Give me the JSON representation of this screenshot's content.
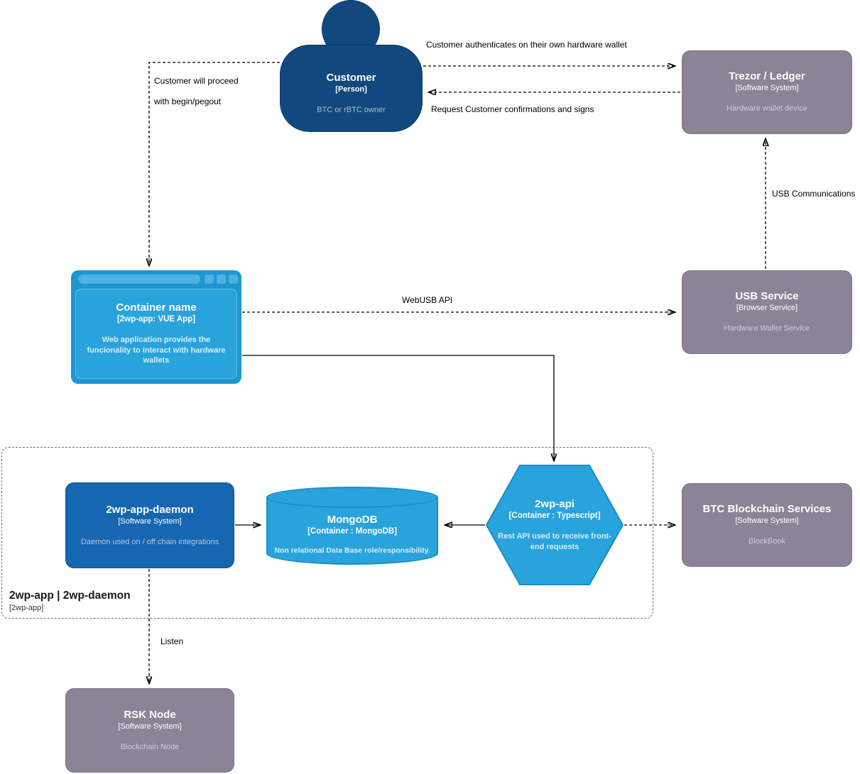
{
  "diagram": {
    "nodes": {
      "customer": {
        "title": "Customer",
        "subtitle": "[Person]",
        "description": "BTC or rBTC owner"
      },
      "trezor": {
        "title": "Trezor / Ledger",
        "subtitle": "[Software System]",
        "description": "Hardware wallet device"
      },
      "container": {
        "title": "Container name",
        "subtitle": "[2wp-app: VUE App]",
        "description": "Web application provides the funcionality to interact with hardware wallets"
      },
      "usb_service": {
        "title": "USB Service",
        "subtitle": "[Browser Service]",
        "description": "Hardware Wallet Service"
      },
      "daemon": {
        "title": "2wp-app-daemon",
        "subtitle": "[Software System]",
        "description": "Daemon used on / off chain integrations"
      },
      "mongodb": {
        "title": "MongoDB",
        "subtitle": "[Container : MongoDB]",
        "description": "Non relational Data Base role/responsibility."
      },
      "api": {
        "title": "2wp-api",
        "subtitle": "[Container : Typescript]",
        "description": "Rest API used to receive front-end requests"
      },
      "btc": {
        "title": "BTC Blockchain Services",
        "subtitle": "[Software System]",
        "description": "BlockBook"
      },
      "rsk": {
        "title": "RSK Node",
        "subtitle": "[Software System]",
        "description": "Blockchain Node"
      }
    },
    "boundary": {
      "title": "2wp-app | 2wp-daemon",
      "subtitle": "[2wp-app]"
    },
    "edge_labels": {
      "auth": "Customer authenticates on their own hardware wallet",
      "request": "Request Customer confirmations and signs",
      "proceed_line1": "Customer will proceed",
      "proceed_line2": "with begin/pegout",
      "webusb": "WebUSB API",
      "usb_comm": "USB Communications",
      "listen": "Listen"
    },
    "colors": {
      "person_fill": "#11497E",
      "dark_blue_fill": "#1666B1",
      "light_blue_fill": "#29A3DC",
      "browser_frame": "#1E96D1",
      "gray_fill": "#8C8496",
      "edge_stroke": "#000000"
    }
  }
}
